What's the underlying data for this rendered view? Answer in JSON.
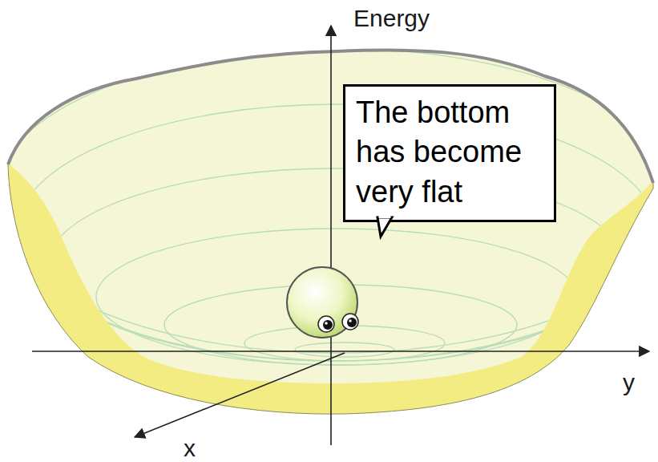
{
  "diagram": {
    "nodes": [
      {
        "text": [
          "The bottom has become very flat"
        ]
      }
    ],
    "edges": [],
    "labels": [
      "Energy",
      "x",
      "y"
    ]
  }
}
